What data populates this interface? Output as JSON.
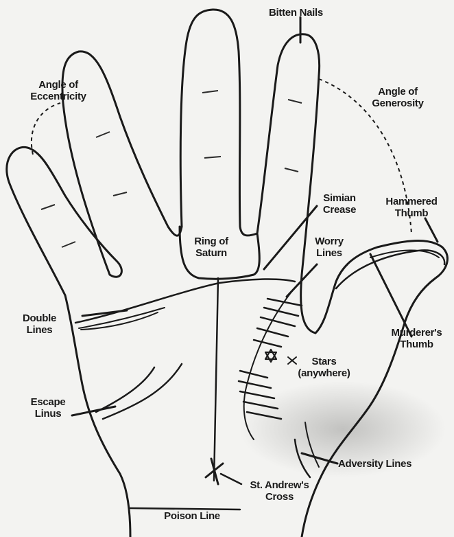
{
  "labels": {
    "bitten_nails": "Bitten Nails",
    "angle_eccentricity": "Angle of\nEccentricity",
    "angle_generosity": "Angle of\nGenerosity",
    "simian_crease": "Simian\nCrease",
    "hammered_thumb": "Hammered\nThumb",
    "ring_of_saturn": "Ring of\nSaturn",
    "worry_lines": "Worry\nLines",
    "double_lines": "Double\nLines",
    "murderers_thumb": "Murderer's\nThumb",
    "stars": "Stars\n(anywhere)",
    "escape_lines": "Escape\nLinus",
    "adversity_lines": "Adversity Lines",
    "st_andrews_cross": "St. Andrew's\nCross",
    "poison_line": "Poison Line"
  },
  "colors": {
    "ink": "#1a1a1a",
    "paper": "#f3f3f1"
  }
}
